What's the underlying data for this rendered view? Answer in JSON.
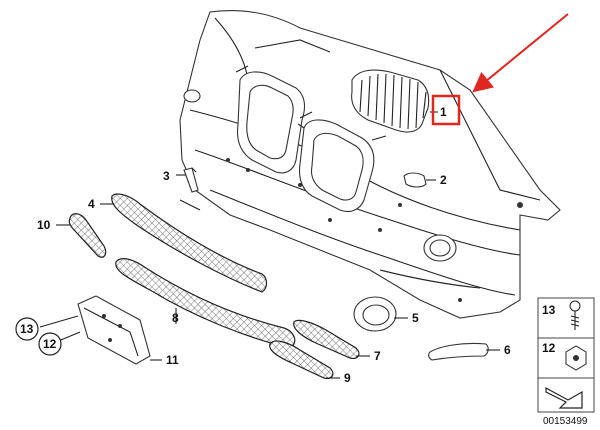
{
  "callouts": {
    "c1": "1",
    "c2": "2",
    "c3": "3",
    "c4": "4",
    "c5": "5",
    "c6": "6",
    "c7": "7",
    "c8": "8",
    "c9": "9",
    "c10": "10",
    "c11": "11",
    "c12": "12",
    "c13": "13"
  },
  "legend": {
    "top_number": "13",
    "middle_number": "12",
    "diagram_id": "00153499"
  },
  "highlight_color": "#e0261f"
}
